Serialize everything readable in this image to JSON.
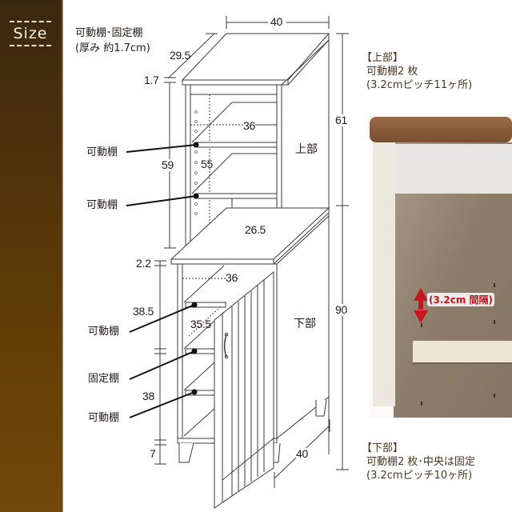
{
  "sidebar": {
    "title": "Size",
    "colors": {
      "top": "#3c2710",
      "bottom": "#74480a",
      "text": "#f6efe2"
    }
  },
  "shelf_note": {
    "line1": "可動棚･固定棚",
    "line2": "(厚み 約1.7cm)"
  },
  "dimensions": {
    "width_top": "40",
    "depth_top": "29.5",
    "top_thickness": "1.7",
    "upper_height_total": "61",
    "upper_inner_height": "59",
    "upper_shelf_height": "55",
    "upper_inner_width": "36",
    "upper_inner_depth": "26.5",
    "lower_top_thickness": "2.2",
    "lower_inner_width": "36",
    "lower_upper_space": "38.5",
    "lower_inner_depth": "35.5",
    "lower_lower_space": "38",
    "leg_height": "7",
    "lower_height_total": "90",
    "lower_depth": "40"
  },
  "section_labels": {
    "upper": "上部",
    "lower": "下部"
  },
  "callouts": {
    "upper": [
      "可動棚",
      "可動棚"
    ],
    "lower": [
      "可動棚",
      "固定棚",
      "可動棚"
    ]
  },
  "notes": {
    "upper": {
      "heading": "【上部】",
      "line1": "可動棚2 枚",
      "line2": "(3.2cmピッチ11ヶ所)"
    },
    "lower": {
      "heading": "【下部】",
      "line1": "可動棚2 枚･中央は固定",
      "line2": "(3.2cmピッチ10ヶ所)"
    }
  },
  "photo": {
    "pitch_label": "(3.2cm 間隔)",
    "colors": {
      "top_board": "#8a5a3a",
      "frame": "#ece8e0",
      "interior": "#8f8070",
      "shelf": "#efe6d2",
      "arrow": "#c8141e"
    }
  }
}
